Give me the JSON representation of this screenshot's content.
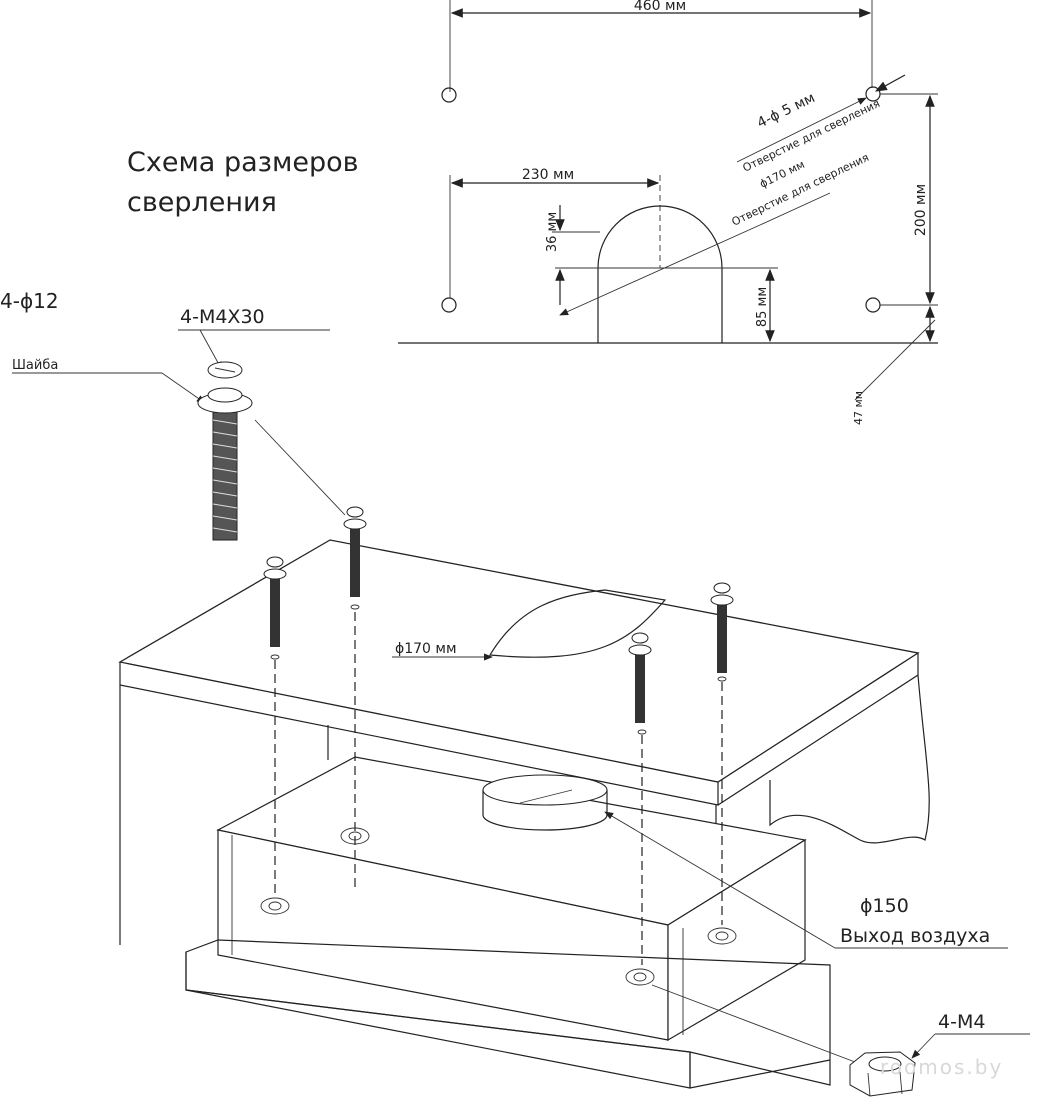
{
  "title": {
    "line1": "Схема размеров",
    "line2": "сверления"
  },
  "drill_scheme": {
    "dim_width": "460 мм",
    "dim_height": "200 мм",
    "dim_half_width": "230 мм",
    "dim_36": "36 мм",
    "dim_85": "85 мм",
    "dim_47": "47 мм",
    "small_holes": "4-ϕ 5 мм",
    "small_holes_note": "Отверстие для сверления",
    "big_hole": "ϕ170 мм",
    "big_hole_note": "Отверстие для сверления"
  },
  "assembly": {
    "washer_diameter": "4-ϕ12",
    "screw": "4-M4X30",
    "washer": "Шайба",
    "cutout": "ϕ170 мм",
    "outlet_diameter": "ϕ150",
    "outlet_label": "Выход воздуха",
    "nut": "4-M4"
  },
  "watermark": "roomos.by"
}
